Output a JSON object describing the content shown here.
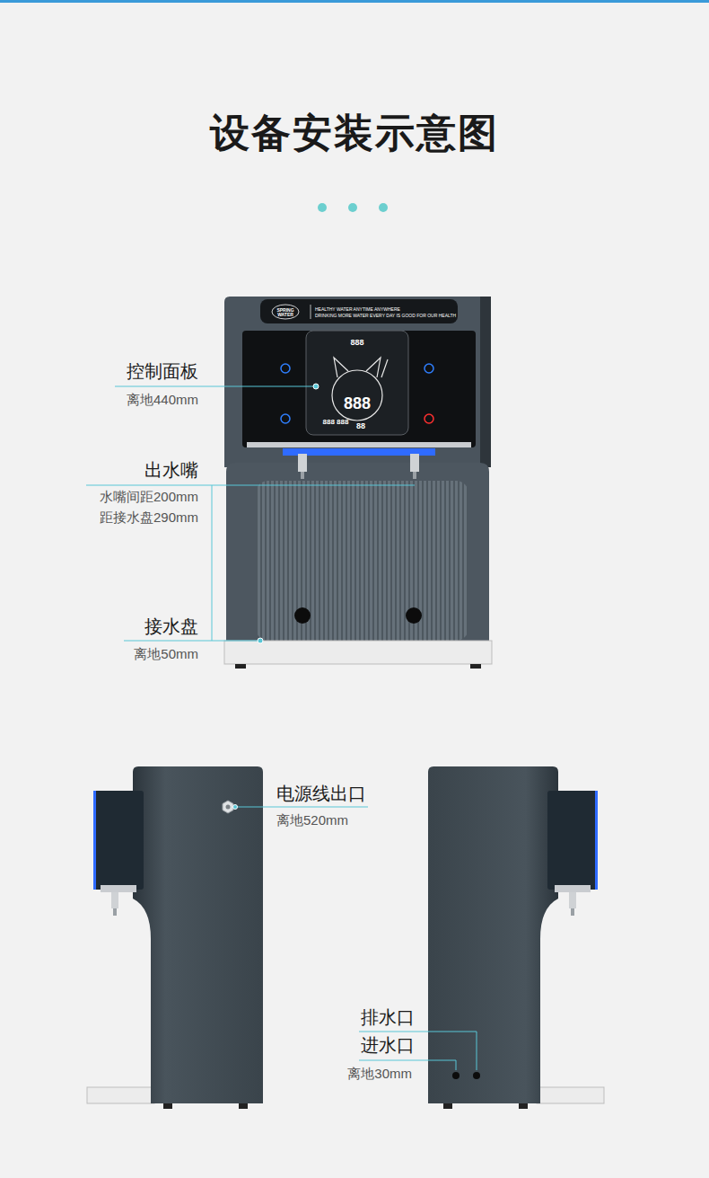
{
  "diagram": {
    "title": "设备安装示意图",
    "labels": [
      "SPRING WATER",
      "HEALTHY WATER ANYTIME ANYWHERE",
      "DRINKING MORE WATER EVERY DAY IS GOOD FOR OUR HEALTH",
      "888",
      "888",
      "888 888",
      "88",
      "控制面板",
      "离地440mm",
      "出水嘴",
      "水嘴间距200mm",
      "距接水盘290mm",
      "接水盘",
      "离地50mm",
      "电源线出口",
      "离地520mm",
      "排水口",
      "进水口",
      "离地30mm"
    ]
  }
}
